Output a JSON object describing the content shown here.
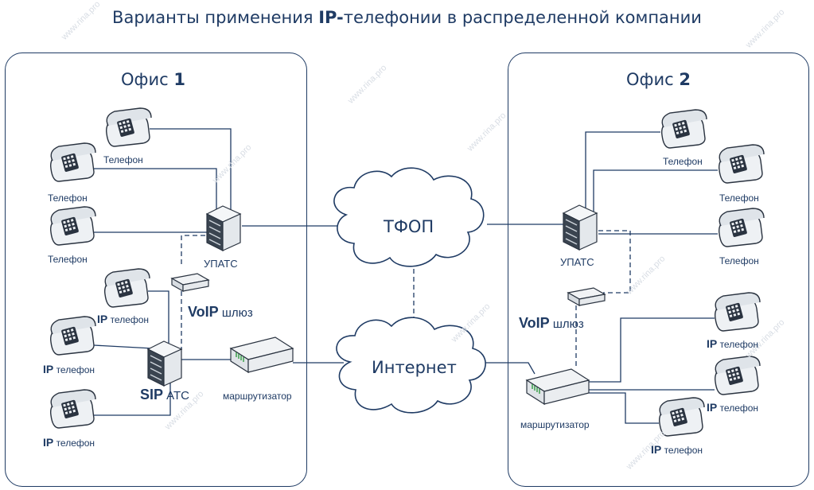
{
  "title": {
    "prefix": "Варианты  применения ",
    "ip": "IP-",
    "suffix": "телефонии в распределенной компании"
  },
  "office1": {
    "label": "Офис ",
    "num": "1"
  },
  "office2": {
    "label": "Офис ",
    "num": "2"
  },
  "clouds": {
    "pstn": "ТФОП",
    "internet": "Интернет"
  },
  "labels": {
    "phone": "Телефон",
    "pbx": "УПАТС",
    "voip_bold": "VoIP",
    "voip_rest": " шлюз",
    "ip_bold": "IP",
    "ip_rest": " телефон",
    "sip_bold": "SIP",
    "sip_rest": " АТС",
    "router": "маршрутизатор"
  },
  "watermark": "www.rina.pro",
  "colors": {
    "line": "#1f3b64",
    "text": "#1f3b64",
    "cloud_fill": "#ffffff",
    "watermark": "#d8dde4"
  }
}
